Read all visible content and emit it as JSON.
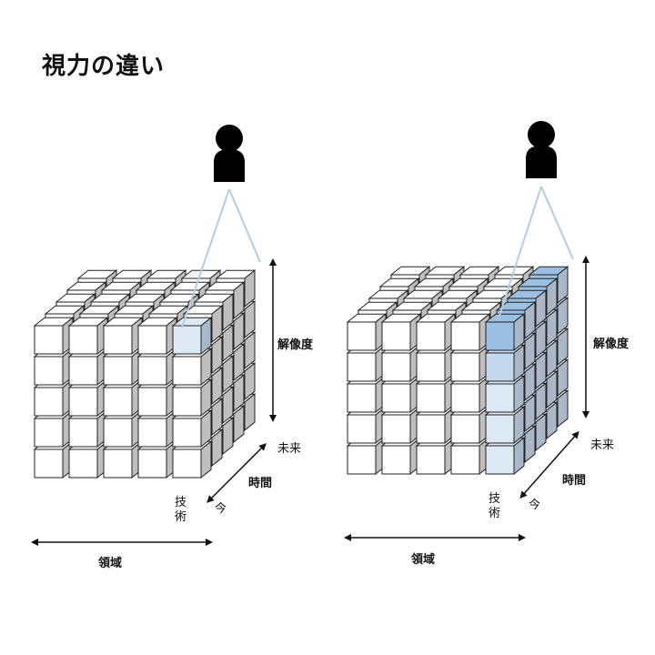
{
  "title": "視力の違い",
  "colors": {
    "cube_white": "#ffffff",
    "highlight_pale": "#dde9f5",
    "highlight_light": "#c4d9ee",
    "highlight_strong": "#9cc0e3",
    "sight_line": "#b0cde8",
    "person": "#000000"
  },
  "diagrams": [
    {
      "id": "left",
      "labels": {
        "resolution": "解像度",
        "time": "時間",
        "future": "未来",
        "now": "今",
        "technology": "技術",
        "domain": "領域"
      },
      "highlight": "one cube (top-front-right) pale blue"
    },
    {
      "id": "right",
      "labels": {
        "resolution": "解像度",
        "time": "時間",
        "future": "未来",
        "now": "今",
        "technology": "技術",
        "domain": "領域"
      },
      "highlight": "full right column highlighted in blue, darkest at top"
    }
  ]
}
